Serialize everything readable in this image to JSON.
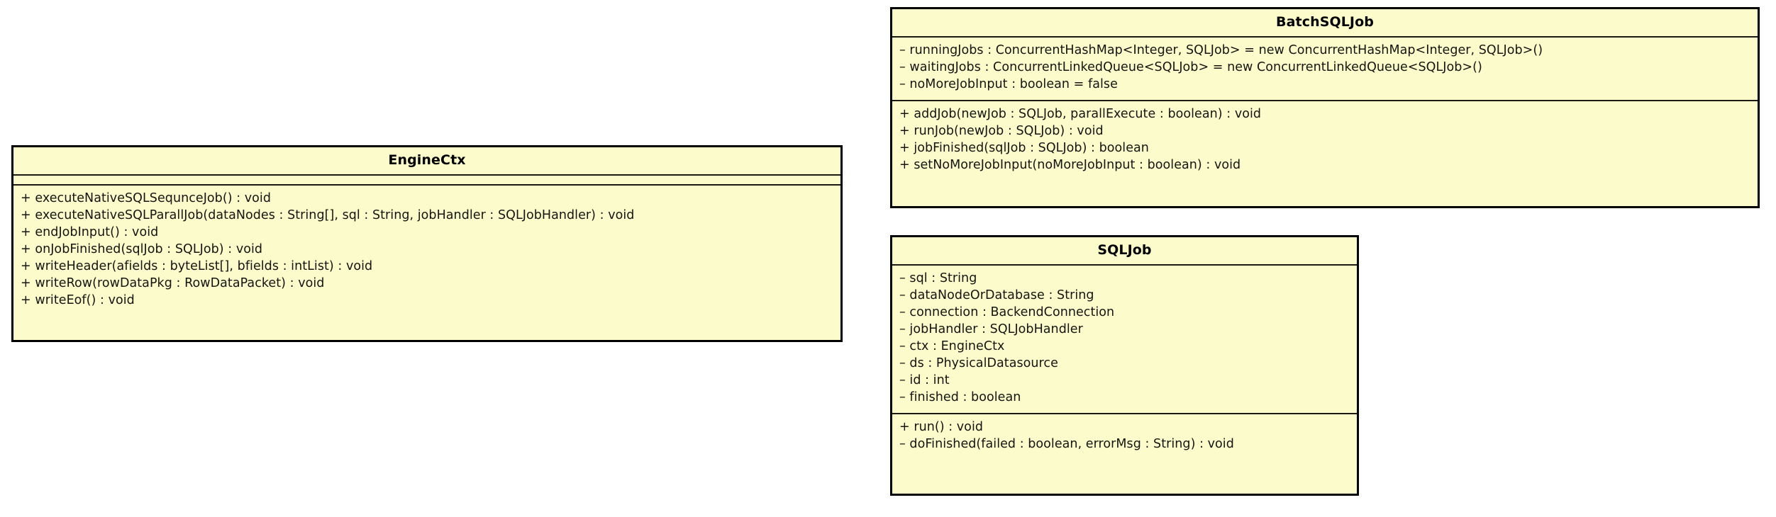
{
  "diagram": {
    "type": "uml-class-diagram",
    "background_color": "#ffffff",
    "class_fill_color": "#fbfbcc",
    "border_color": "#000000"
  },
  "classes": [
    {
      "id": "engine-ctx",
      "name": "EngineCtx",
      "attributes": [],
      "methods": [
        "+ executeNativeSQLSequnceJob() : void",
        "+ executeNativeSQLParallJob(dataNodes : String[], sql : String, jobHandler : SQLJobHandler) : void",
        "+ endJobInput() : void",
        "+ onJobFinished(sqlJob : SQLJob) : void",
        "+ writeHeader(afields : byteList[], bfields : intList) : void",
        "+ writeRow(rowDataPkg : RowDataPacket) : void",
        "+ writeEof() : void"
      ]
    },
    {
      "id": "batch-sql-job",
      "name": "BatchSQLJob",
      "attributes": [
        "– runningJobs : ConcurrentHashMap<Integer, SQLJob> = new ConcurrentHashMap<Integer, SQLJob>()",
        "– waitingJobs : ConcurrentLinkedQueue<SQLJob> = new ConcurrentLinkedQueue<SQLJob>()",
        "– noMoreJobInput : boolean = false"
      ],
      "methods": [
        "+ addJob(newJob : SQLJob, parallExecute : boolean) : void",
        "+ runJob(newJob : SQLJob) : void",
        "+ jobFinished(sqlJob : SQLJob) : boolean",
        "+ setNoMoreJobInput(noMoreJobInput : boolean) : void"
      ]
    },
    {
      "id": "sql-job",
      "name": "SQLJob",
      "attributes": [
        "– sql : String",
        "– dataNodeOrDatabase : String",
        "– connection : BackendConnection",
        "– jobHandler : SQLJobHandler",
        "– ctx : EngineCtx",
        "– ds : PhysicalDatasource",
        "– id : int",
        "– finished : boolean"
      ],
      "methods": [
        "+ run() : void",
        "– doFinished(failed : boolean, errorMsg : String) : void"
      ]
    }
  ]
}
